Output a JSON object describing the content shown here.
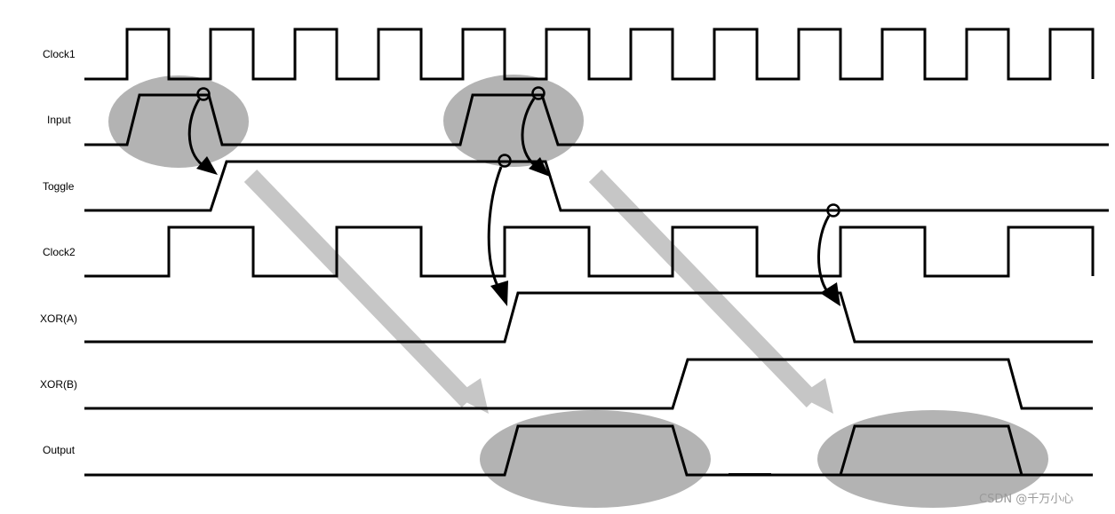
{
  "signals": [
    {
      "key": "clock1",
      "label": "Clock1"
    },
    {
      "key": "input",
      "label": "Input"
    },
    {
      "key": "toggle",
      "label": "Toggle"
    },
    {
      "key": "clock2",
      "label": "Clock2"
    },
    {
      "key": "xor_a",
      "label": "XOR(A)"
    },
    {
      "key": "xor_b",
      "label": "XOR(B)"
    },
    {
      "key": "output",
      "label": "Output"
    }
  ],
  "watermark": "CSDN @千万小心",
  "colors": {
    "waveform": "#000000",
    "highlight_blob": "#b3b3b3",
    "flow_arrow": "#c6c6c6",
    "watermark": "#9a9a9a"
  }
}
